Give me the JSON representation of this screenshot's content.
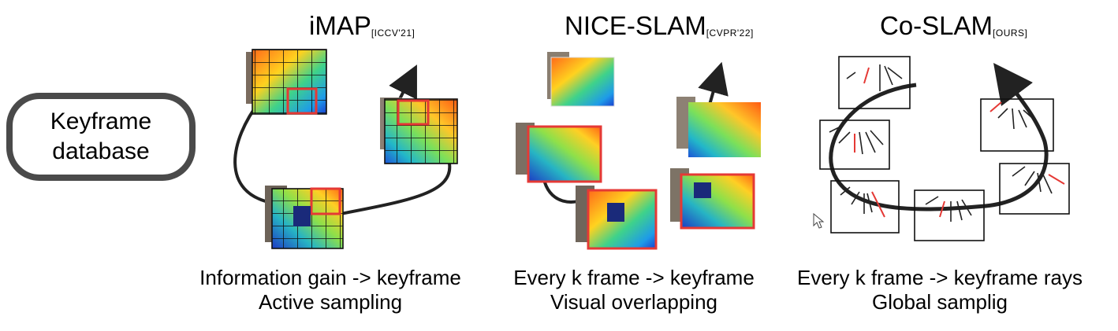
{
  "left_label": {
    "line1": "Keyframe",
    "line2": "database"
  },
  "methods": [
    {
      "name": "iMAP",
      "venue": "[ICCV'21]",
      "caption1": "Information gain -> keyframe",
      "caption2": "Active sampling"
    },
    {
      "name": "NICE-SLAM",
      "venue": "[CVPR'22]",
      "caption1": "Every k frame -> keyframe",
      "caption2": "Visual overlapping"
    },
    {
      "name": "Co-SLAM",
      "venue": "[OURS]",
      "caption1": "Every k frame -> keyframe rays",
      "caption2": "Global samplig"
    }
  ],
  "colors": {
    "highlight": "#e53935",
    "arrow": "#222222",
    "box_border": "#4a4a4a"
  },
  "icons": {
    "cursor": "mouse-pointer-icon"
  }
}
